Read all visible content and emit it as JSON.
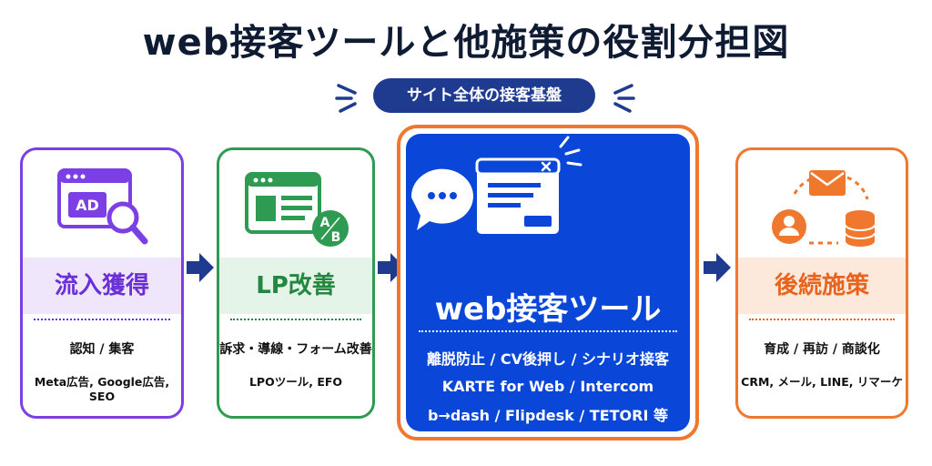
{
  "title": "web接客ツールと他施策の役割分担図",
  "platform_label": "サイト全体の接客基盤",
  "cards": [
    {
      "heading": "流入獲得",
      "role": "認知 / 集客",
      "tools": "Meta広告, Google広告, SEO",
      "icon_text": "AD",
      "color": "#7b3fe4"
    },
    {
      "heading": "LP改善",
      "role": "訴求・導線・フォーム改善",
      "tools": "LPOツール, EFO",
      "icon_text_a": "A",
      "icon_text_b": "B",
      "color": "#2f9a52"
    },
    {
      "heading": "web接客ツール",
      "role": "離脱防止 / CV後押し / シナリオ接客",
      "tools_line1": "KARTE for Web / Intercom",
      "tools_line2": "b→dash / Flipdesk / TETORI 等",
      "color": "#0a47d9",
      "highlight": "#f0772e"
    },
    {
      "heading": "後続施策",
      "role": "育成 / 再訪 / 商談化",
      "tools": "CRM, メール, LINE, リマーケ",
      "color": "#f0772e"
    }
  ],
  "arrow_color": "#1f3b8f"
}
